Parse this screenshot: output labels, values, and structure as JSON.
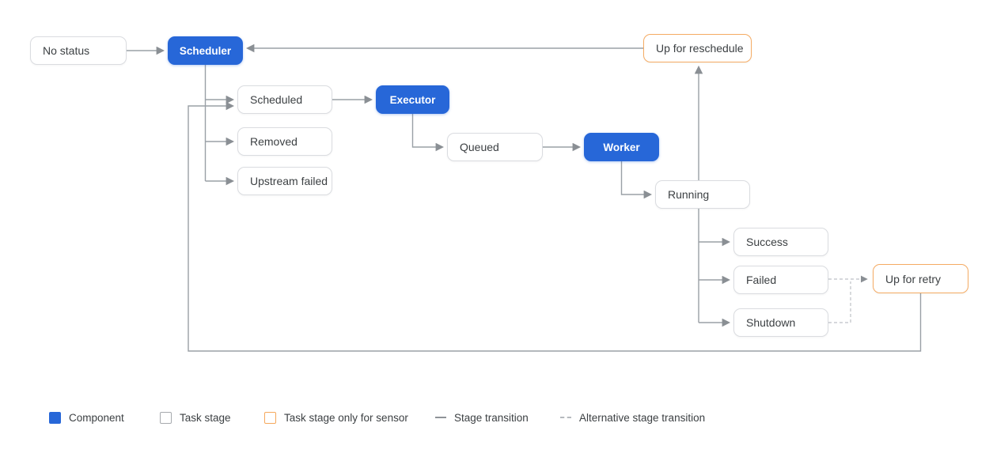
{
  "diagram": {
    "nodes": {
      "no_status": "No status",
      "scheduler": "Scheduler",
      "up_for_reschedule": "Up for reschedule",
      "scheduled": "Scheduled",
      "executor": "Executor",
      "removed": "Removed",
      "upstream_failed": "Upstream failed",
      "queued": "Queued",
      "worker": "Worker",
      "running": "Running",
      "success": "Success",
      "failed": "Failed",
      "shutdown": "Shutdown",
      "up_for_retry": "Up for retry"
    },
    "colors": {
      "component_fill": "#2767d8",
      "component_text": "#ffffff",
      "stage_border": "#dadce0",
      "sensor_stage_border": "#f5ab63",
      "transition_line": "#9aa0a6",
      "alternative_transition_line": "#bdc1c6",
      "text": "#3c4043"
    }
  },
  "legend": {
    "items": [
      {
        "label": "Component",
        "swatch": "component-swatch"
      },
      {
        "label": "Task stage",
        "swatch": "task-stage-swatch"
      },
      {
        "label": "Task stage only for sensor",
        "swatch": "sensor-stage-swatch"
      },
      {
        "label": "Stage transition",
        "swatch": "solid-line-swatch"
      },
      {
        "label": "Alternative stage transition",
        "swatch": "dashed-line-swatch"
      }
    ]
  }
}
